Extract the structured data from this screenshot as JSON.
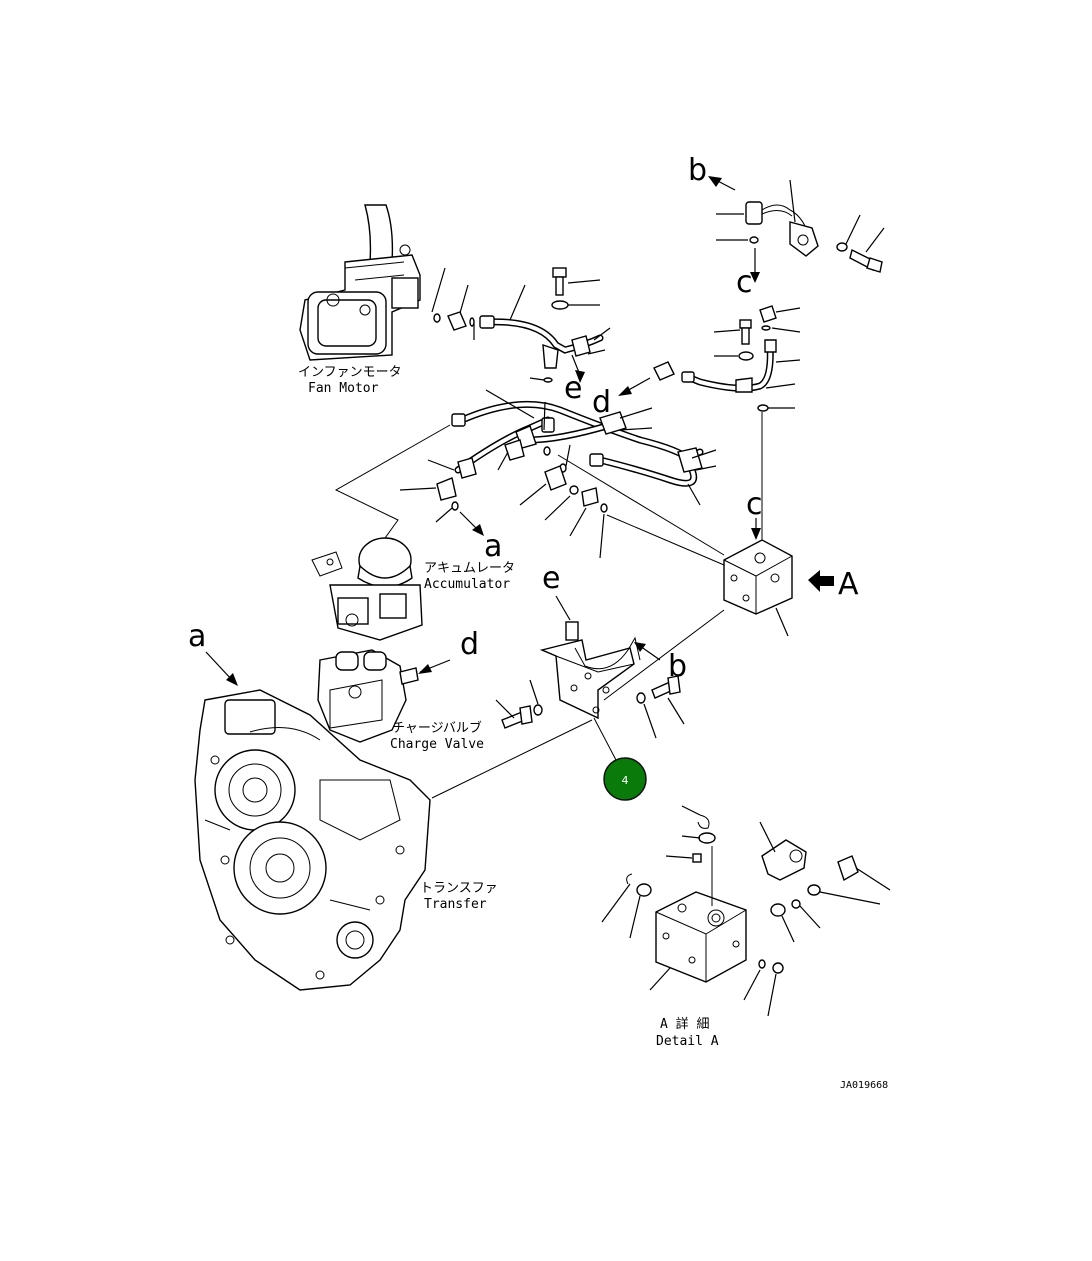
{
  "callouts": {
    "b_top": "b",
    "c_top": "c",
    "e_upper": "e",
    "d_upper": "d",
    "a_upper": "a",
    "c_mid": "c",
    "A_arrow": "A",
    "e_lower": "e",
    "a_left": "a",
    "d_lower": "d",
    "b_lower": "b"
  },
  "labels": {
    "fan_motor_jp": "インファンモータ",
    "fan_motor_en": "Fan Motor",
    "accumulator_jp": "アキュムレータ",
    "accumulator_en": "Accumulator",
    "charge_valve_jp": "チャージバルブ",
    "charge_valve_en": "Charge Valve",
    "transfer_jp": "トランスファ",
    "transfer_en": "Transfer",
    "detail_jp": "A 詳 細",
    "detail_en": "Detail A"
  },
  "marker": {
    "number": "4",
    "color": "#0a7a0a"
  },
  "drawing_code": "JA019668",
  "colors": {
    "line": "#000000",
    "background": "#ffffff"
  }
}
